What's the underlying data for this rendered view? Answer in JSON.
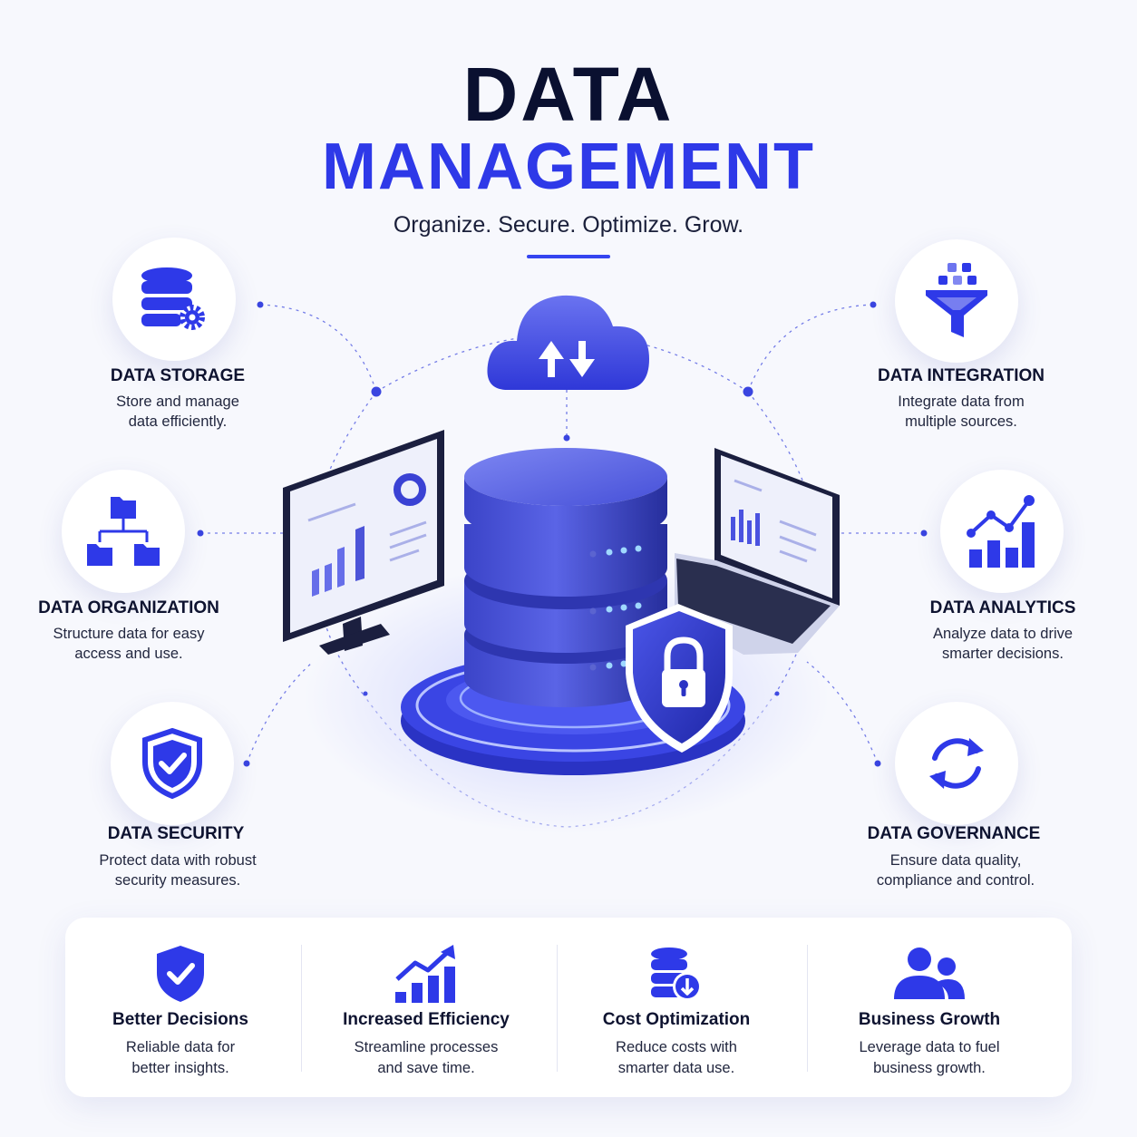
{
  "header": {
    "title_line1": "DATA",
    "title_line2": "MANAGEMENT",
    "tagline": "Organize. Secure. Optimize. Grow."
  },
  "features": [
    {
      "title": "DATA STORAGE",
      "desc_line1": "Store and manage",
      "desc_line2": "data efficiently.",
      "icon": "database-gear-icon"
    },
    {
      "title": "DATA ORGANIZATION",
      "desc_line1": "Structure data for easy",
      "desc_line2": "access and use.",
      "icon": "folder-hierarchy-icon"
    },
    {
      "title": "DATA SECURITY",
      "desc_line1": "Protect data with robust",
      "desc_line2": "security measures.",
      "icon": "shield-check-icon"
    },
    {
      "title": "DATA INTEGRATION",
      "desc_line1": "Integrate data from",
      "desc_line2": "multiple sources.",
      "icon": "funnel-icon"
    },
    {
      "title": "DATA ANALYTICS",
      "desc_line1": "Analyze data to drive",
      "desc_line2": "smarter decisions.",
      "icon": "bar-chart-trend-icon"
    },
    {
      "title": "DATA GOVERNANCE",
      "desc_line1": "Ensure data quality,",
      "desc_line2": "compliance and control.",
      "icon": "sync-arrows-icon"
    }
  ],
  "benefits": [
    {
      "title": "Better Decisions",
      "desc_line1": "Reliable data for",
      "desc_line2": "better insights.",
      "icon": "shield-check-icon"
    },
    {
      "title": "Increased Efficiency",
      "desc_line1": "Streamline processes",
      "desc_line2": "and save time.",
      "icon": "growth-chart-icon"
    },
    {
      "title": "Cost Optimization",
      "desc_line1": "Reduce costs with",
      "desc_line2": "smarter data use.",
      "icon": "database-download-icon"
    },
    {
      "title": "Business Growth",
      "desc_line1": "Leverage data to fuel",
      "desc_line2": "business growth.",
      "icon": "users-icon"
    }
  ],
  "colors": {
    "primary": "#2e39e8",
    "dark": "#0a1030",
    "background": "#f7f8fd"
  }
}
